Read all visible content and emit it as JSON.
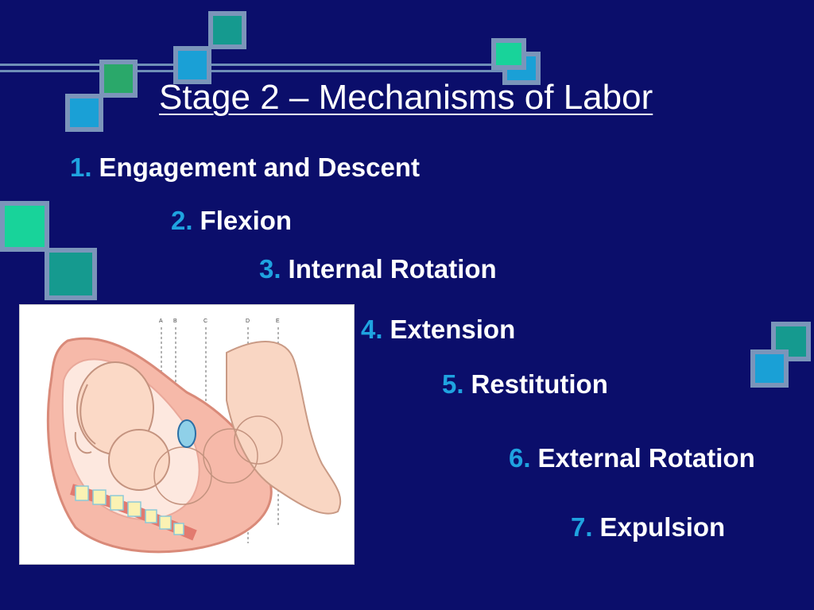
{
  "slide": {
    "title": "Stage 2 – Mechanisms of Labor",
    "items": [
      {
        "number": "1.",
        "label": "Engagement and Descent"
      },
      {
        "number": "2.",
        "label": "Flexion"
      },
      {
        "number": "3.",
        "label": "Internal Rotation"
      },
      {
        "number": "4.",
        "label": "Extension"
      },
      {
        "number": "5.",
        "label": "Restitution"
      },
      {
        "number": "6.",
        "label": "External Rotation"
      },
      {
        "number": "7.",
        "label": "Expulsion"
      }
    ],
    "figure": {
      "position_labels": [
        "A",
        "B",
        "C",
        "D",
        "E"
      ]
    }
  },
  "colors": {
    "background": "#0b0e6b",
    "number_accent": "#1fa3e0",
    "text": "#ffffff",
    "square_border": "#7b95ba"
  }
}
